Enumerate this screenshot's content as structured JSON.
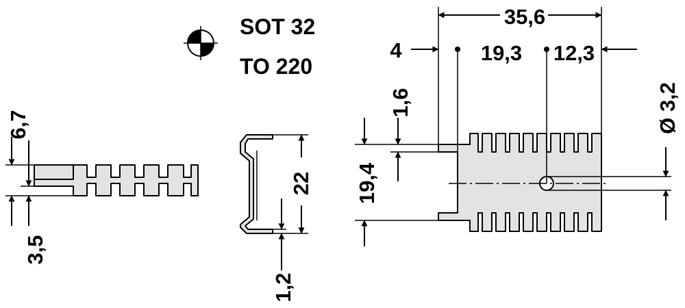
{
  "package_labels": [
    "SOT 32",
    "TO 220"
  ],
  "symbols": {
    "datum_icon": "quartered-circle-target"
  },
  "dimensions": {
    "side_height": "6,7",
    "side_base": "3,5",
    "clip_height": "22",
    "clip_thickness": "1,2",
    "total_length": "35,6",
    "offset_left": "4",
    "hole_pos_left": "19,3",
    "hole_pos_right": "12,3",
    "step_height": "1,6",
    "body_height": "19,4",
    "hole_diameter": "Ø 3,2"
  }
}
